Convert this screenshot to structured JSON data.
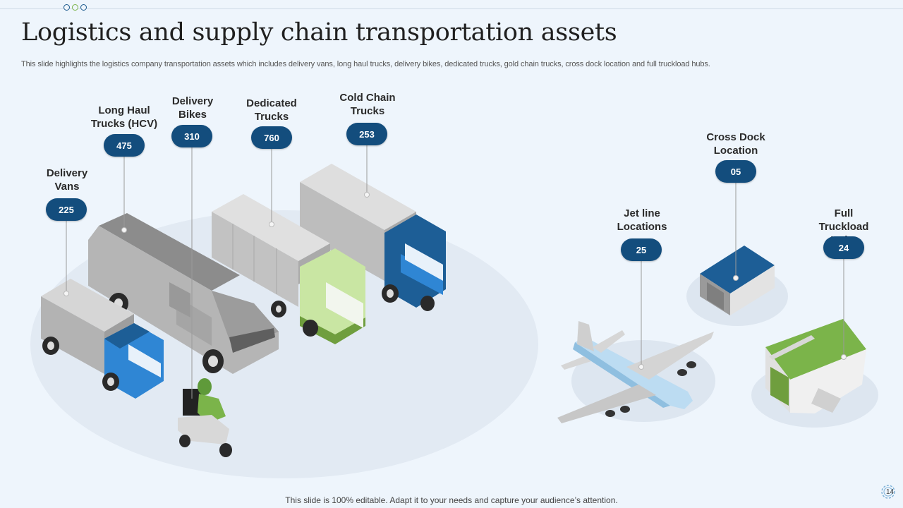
{
  "slide": {
    "title": "Logistics and supply chain transportation assets",
    "subtitle": "This slide highlights the logistics company transportation assets which includes delivery vans, long haul trucks, delivery  bikes, dedicated trucks, gold chain trucks, cross dock location and full truckload hubs.",
    "footer": "This slide is 100% editable. Adapt it to your needs and capture your audience’s attention.",
    "page_number": "14"
  },
  "assets": [
    {
      "label": "Delivery\nVans",
      "value": "225"
    },
    {
      "label": "Long Haul\nTrucks (HCV)",
      "value": "475"
    },
    {
      "label": "Delivery\nBikes",
      "value": "310"
    },
    {
      "label": "Dedicated\nTrucks",
      "value": "760"
    },
    {
      "label": "Cold Chain\nTrucks",
      "value": "253"
    },
    {
      "label": "Jet line\nLocations",
      "value": "25"
    },
    {
      "label": "Cross Dock\nLocation",
      "value": "05"
    },
    {
      "label": "Full Truckload\nHubs",
      "value": "24"
    }
  ],
  "colors": {
    "badge": "#134d7d",
    "background": "#eef5fc",
    "cab_blue": "#2f86d4",
    "dedicated_green": "#c8e6a0",
    "roof_green": "#7bb44a"
  }
}
